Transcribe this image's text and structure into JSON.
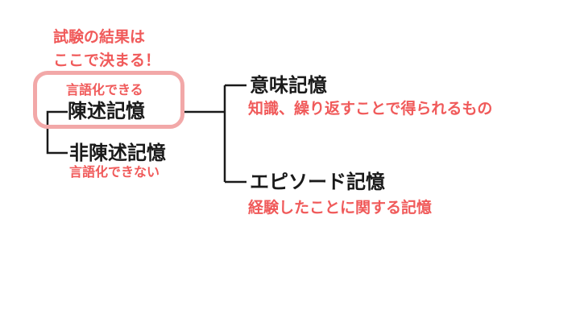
{
  "note": {
    "line1": "試験の結果は",
    "line2": "ここで決まる！"
  },
  "declarative": {
    "label": "陳述記憶",
    "sublabel": "言語化できる"
  },
  "nondeclarative": {
    "label": "非陳述記憶",
    "sublabel": "言語化できない"
  },
  "semantic": {
    "label": "意味記憶",
    "description": "知識、繰り返すことで得られるもの"
  },
  "episodic": {
    "label": "エピソード記憶",
    "description": "経験したことに関する記憶"
  },
  "colors": {
    "accent": "#f05a5a",
    "highlight": "#f2a8a8",
    "text": "#1a1a1a"
  }
}
